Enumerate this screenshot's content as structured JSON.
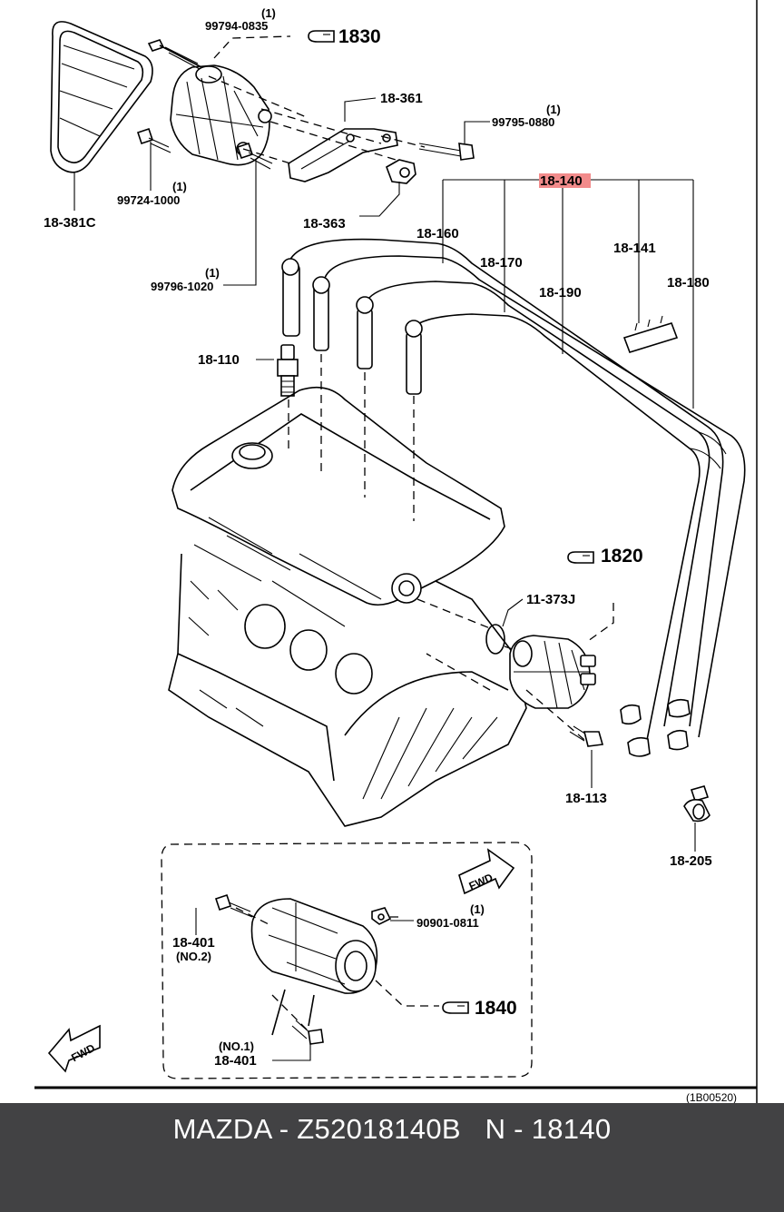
{
  "diagram": {
    "labels": {
      "belt": "18-381C",
      "bolt_a_qty": "(1)",
      "bolt_a": "99794-0835",
      "ref_alternator": "1830",
      "bracket": "18-361",
      "bolt_b_qty": "(1)",
      "bolt_b": "99795-0880",
      "bolt_c_qty": "(1)",
      "bolt_c": "99724-1000",
      "adjuster": "18-363",
      "cord_set": "18-140",
      "cord_1": "18-160",
      "cord_2": "18-170",
      "clip": "18-141",
      "cord_3": "18-190",
      "cord_4": "18-180",
      "bolt_d_qty": "(1)",
      "bolt_d": "99796-1020",
      "spark_plug": "18-110",
      "ref_distributor": "1820",
      "o_ring": "11-373J",
      "dist_bolt": "18-113",
      "cap_part": "18-205",
      "fwd_top": "FWD",
      "starter_bolt_upper": "18-401",
      "starter_bolt_upper_note": "(NO.2)",
      "nut_qty": "(1)",
      "nut": "90901-0811",
      "ref_starter": "1840",
      "starter_bolt_lower_note": "(NO.1)",
      "starter_bolt_lower": "18-401",
      "fwd_bottom": "FWD",
      "diagram_code": "(1B00520)"
    },
    "colors": {
      "highlight": "#f28b8b",
      "line": "#000000"
    },
    "icons": {
      "reference_marker": "pointing-hand-icon",
      "forward_marker": "fwd-arrow-icon"
    }
  },
  "footer": {
    "text": "MAZDA - Z52018140B   N - 18140",
    "background": "#424244",
    "text_color": "#ffffff"
  }
}
